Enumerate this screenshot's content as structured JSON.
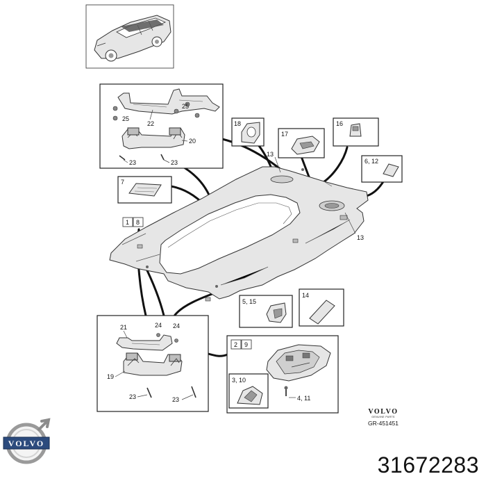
{
  "brand": {
    "logo_wordmark": "VOLVO",
    "catalog_wordmark": "VOLVO",
    "catalog_subline": "GENUINE PARTS",
    "diagram_code": "GR-451451"
  },
  "part_number": "31672283",
  "callouts": {
    "c25a": "25",
    "c25b": "25",
    "c22": "22",
    "c20": "20",
    "c23a": "23",
    "c23b": "23",
    "c18": "18",
    "c17": "17",
    "c16": "16",
    "c612": "6, 12",
    "c13a": "13",
    "c13b": "13",
    "c7": "7",
    "c1": "1",
    "c8": "8",
    "c515": "5, 15",
    "c14": "14",
    "c21": "21",
    "c24a": "24",
    "c24b": "24",
    "c19": "19",
    "c23c": "23",
    "c23d": "23",
    "c2": "2",
    "c9": "9",
    "c310": "3, 10",
    "c411": "4, 11"
  },
  "colors": {
    "ink": "#111111",
    "part_fill": "#e6e6e6",
    "part_shade": "#bdbdbd"
  }
}
